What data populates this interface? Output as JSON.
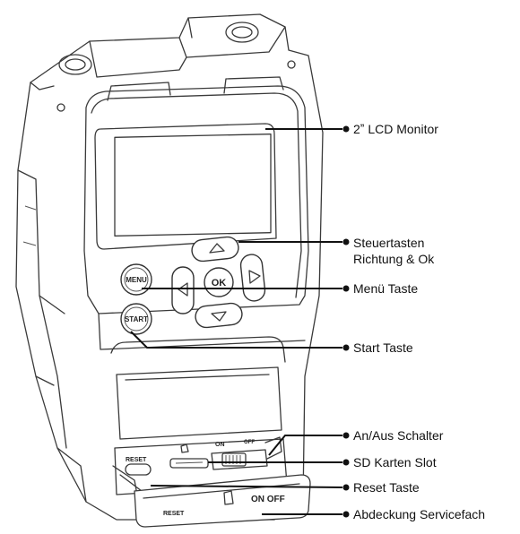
{
  "device": {
    "menu_button": "MENU",
    "ok_button": "OK",
    "start_button": "START",
    "switch_on": "ON",
    "switch_off": "OFF",
    "reset_label": "RESET",
    "cover_reset": "RESET",
    "cover_on_off": "ON  OFF"
  },
  "callouts": [
    {
      "id": "lcd-monitor",
      "text": "2ˮ LCD Monitor"
    },
    {
      "id": "control-keys",
      "text": "Steuertasten\nRichtung & Ok"
    },
    {
      "id": "menu-key",
      "text": "Menü Taste"
    },
    {
      "id": "start-key",
      "text": "Start Taste"
    },
    {
      "id": "power-switch",
      "text": "An/Aus Schalter"
    },
    {
      "id": "sd-slot",
      "text": "SD Karten Slot"
    },
    {
      "id": "reset-key",
      "text": "Reset Taste"
    },
    {
      "id": "service-cover",
      "text": "Abdeckung Servicefach"
    }
  ]
}
